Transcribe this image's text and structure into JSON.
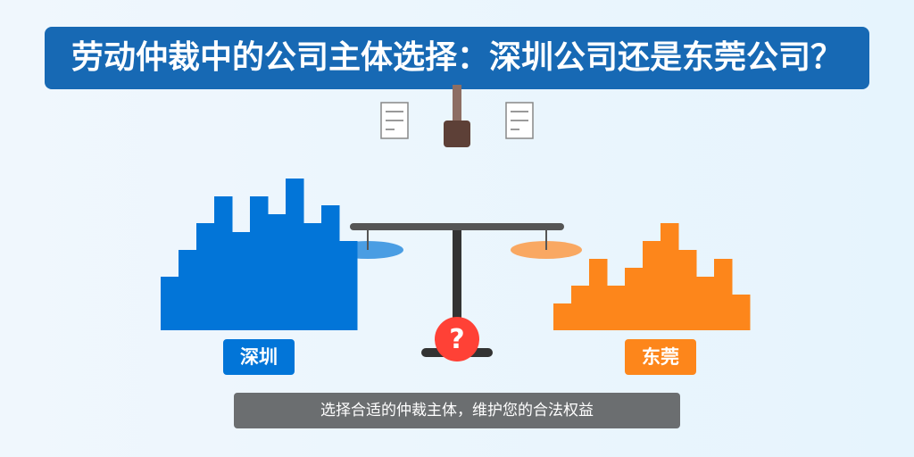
{
  "title": "劳动仲裁中的公司主体选择：深圳公司还是东莞公司？",
  "left_label": "深圳",
  "right_label": "东莞",
  "question_mark": "?",
  "footer": "选择合适的仲裁主体，维护您的合法权益",
  "colors": {
    "title_bg": "#1769b4",
    "shenzhen": "#0275d8",
    "dongguan": "#fd861b",
    "question": "#ff4136",
    "footer_bg": "#6b6e70"
  },
  "icons": [
    "document-icon",
    "gavel-icon",
    "scale-icon",
    "question-icon",
    "shenzhen-skyline-icon",
    "dongguan-skyline-icon"
  ]
}
